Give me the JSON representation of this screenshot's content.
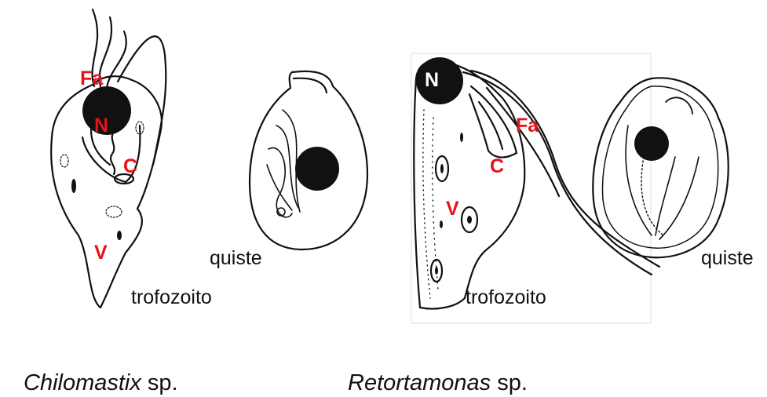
{
  "colors": {
    "label_red": "#e8111a",
    "ink": "#111111",
    "frame": "#dddddd"
  },
  "chilomastix": {
    "genus": "Chilomastix",
    "suffix": " sp.",
    "labels": {
      "fa": "Fa",
      "n": "N",
      "c": "C",
      "v": "V"
    },
    "trophozoite_label": "trofozoito",
    "cyst_label": "quiste"
  },
  "retortamonas": {
    "genus": "Retortamonas",
    "suffix": " sp.",
    "labels": {
      "n": "N",
      "fa": "Fa",
      "c": "C",
      "v": "V"
    },
    "trophozoite_label": "trofozoito",
    "cyst_label": "quiste"
  }
}
